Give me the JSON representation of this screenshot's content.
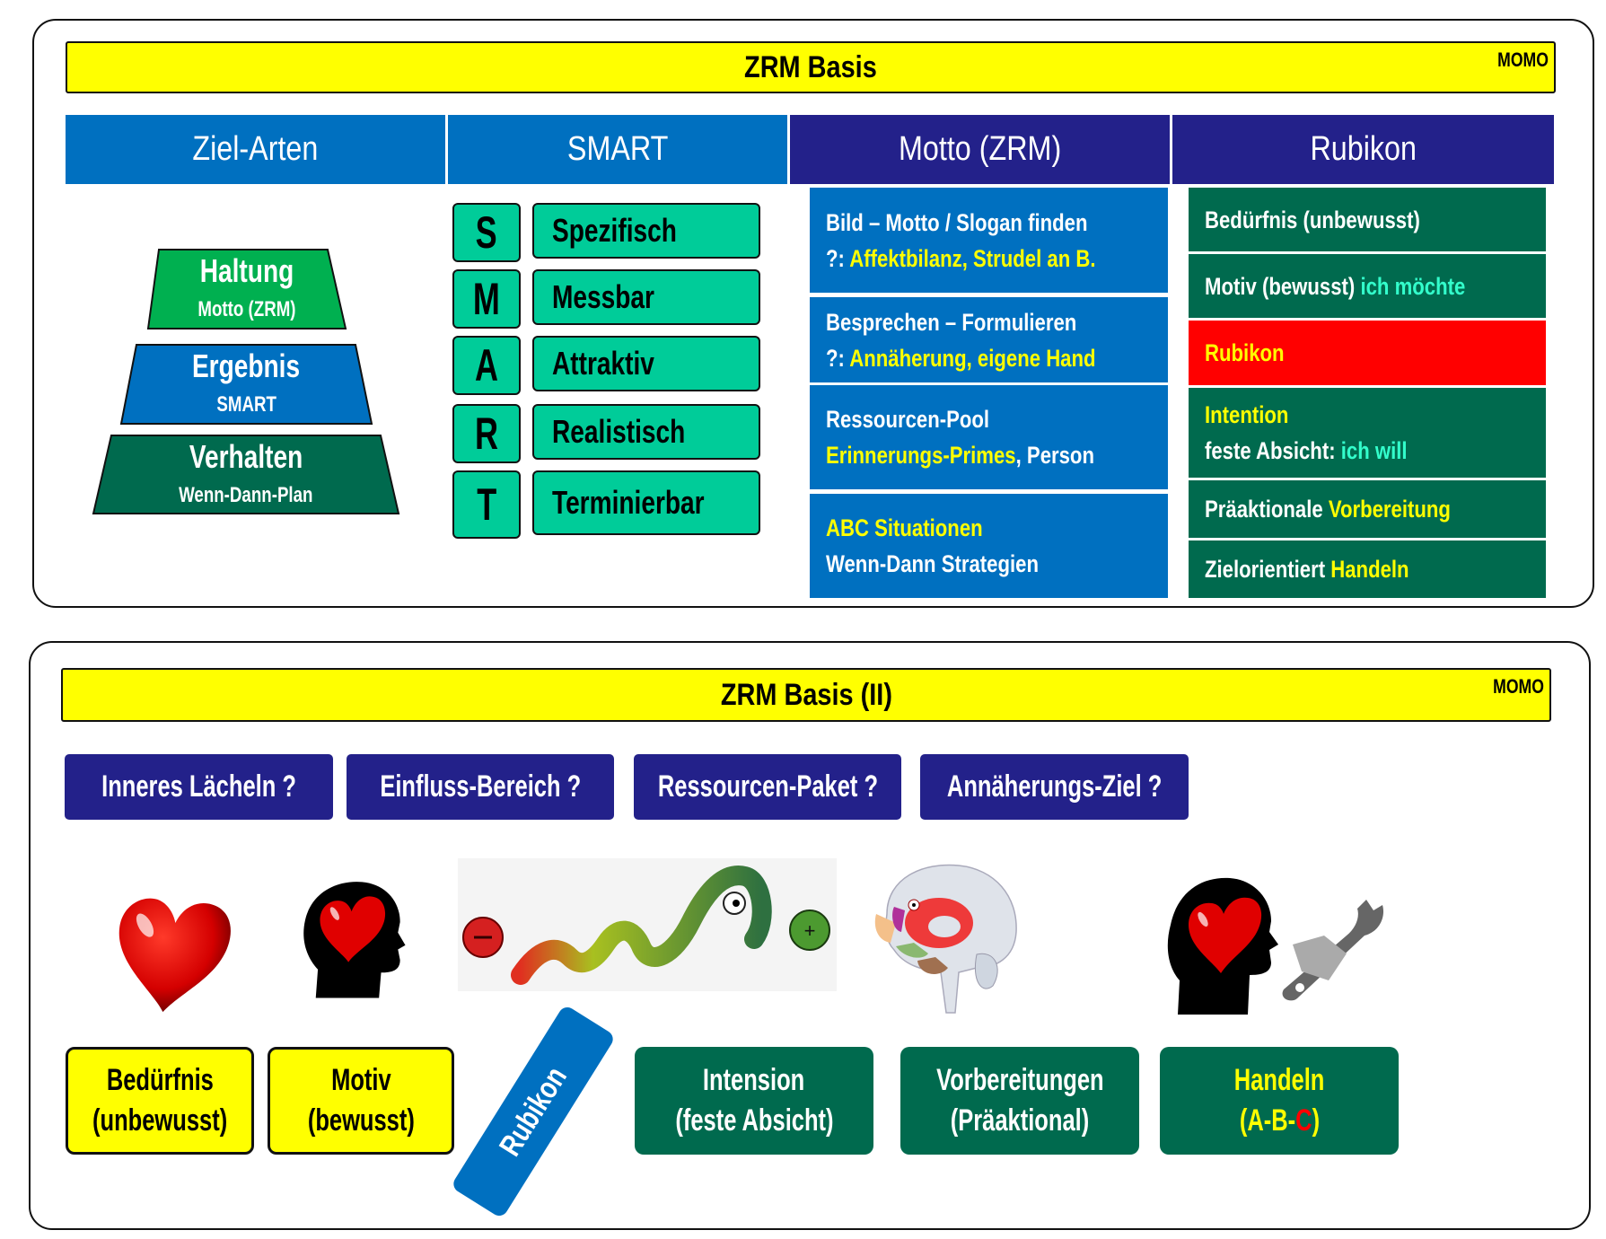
{
  "section1": {
    "banner_title": "ZRM Basis",
    "banner_tag": "MOMO",
    "headers": [
      "Ziel-Arten",
      "SMART",
      "Motto (ZRM)",
      "Rubikon"
    ],
    "pyramid": [
      {
        "title": "Haltung",
        "subtitle": "Motto (ZRM)",
        "color": "#00b050"
      },
      {
        "title": "Ergebnis",
        "subtitle": "SMART",
        "color": "#0070c0"
      },
      {
        "title": "Verhalten",
        "subtitle": "Wenn-Dann-Plan",
        "color": "#006a4e"
      }
    ],
    "smart": [
      {
        "letter": "S",
        "word": "Spezifisch"
      },
      {
        "letter": "M",
        "word": "Messbar"
      },
      {
        "letter": "A",
        "word": "Attraktiv"
      },
      {
        "letter": "R",
        "word": "Realistisch"
      },
      {
        "letter": "T",
        "word": "Terminierbar"
      }
    ],
    "motto": [
      {
        "line1": "Bild – Motto / Slogan finden",
        "line2_prefix": "?: ",
        "line2_highlight": "Affektbilanz, Strudel an B."
      },
      {
        "line1": "Besprechen – Formulieren",
        "line2_prefix": "?: ",
        "line2_highlight": "Annäherung, eigene Hand"
      },
      {
        "line1": "Ressourcen-Pool",
        "line2_highlight": "Erinnerungs-Primes",
        "line2_suffix": ", Person"
      },
      {
        "line1_highlight": "ABC Situationen",
        "line2": "Wenn-Dann Strategien"
      }
    ],
    "rubikon": [
      {
        "text": "Bedürfnis (unbewusst)"
      },
      {
        "text": "Motiv (bewusst) ",
        "accent": "ich möchte"
      },
      {
        "highlight": "Rubikon"
      },
      {
        "highlight": "Intention",
        "line2": "feste Absicht: ",
        "accent": "ich will"
      },
      {
        "text": "Präaktionale ",
        "highlight": "Vorbereitung"
      },
      {
        "text": "Zielorientiert ",
        "highlight": "Handeln"
      }
    ],
    "colors": {
      "header_blue": "#0070c0",
      "header_navy": "#23218a",
      "teal": "#00cc99",
      "dark_green": "#006a4e",
      "red": "#ff0000",
      "yellow": "#ffff00"
    }
  },
  "section2": {
    "banner_title": "ZRM Basis (II)",
    "banner_tag": "MOMO",
    "questions": [
      "Inneres Lächeln ?",
      "Einfluss-Bereich ?",
      "Ressourcen-Paket ?",
      "Annäherungs-Ziel ?"
    ],
    "images": [
      "heart-icon",
      "head-with-heart-icon",
      "snake-affect-balance-image",
      "brain-limbic-image",
      "head-with-heart-and-tools-icon"
    ],
    "yellow_boxes": [
      {
        "line1": "Bedürfnis",
        "line2": "(unbewusst)"
      },
      {
        "line1": "Motiv",
        "line2": "(bewusst)"
      }
    ],
    "rubikon_label": "Rubikon",
    "green_boxes": [
      {
        "line1": "Intension",
        "line2": "(feste Absicht)"
      },
      {
        "line1": "Vorbereitungen",
        "line2": "(Präaktional)"
      }
    ],
    "handeln": {
      "line1": "Handeln",
      "open": "(A-B-",
      "red": "C",
      "close": ")"
    }
  }
}
